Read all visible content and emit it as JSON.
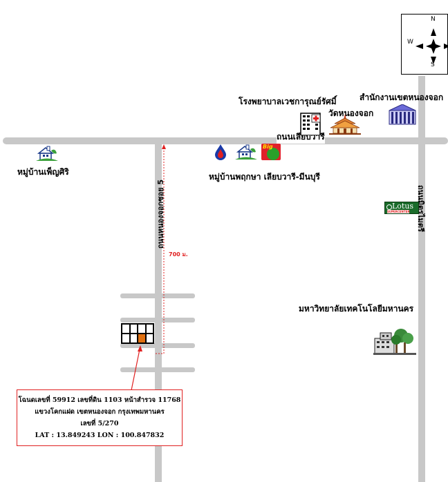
{
  "compass": {
    "north": "N",
    "south": "S",
    "west": "W"
  },
  "labels": {
    "hospital": "โรงพยาบาลเวชการุณย์รัศมิ์",
    "district_office": "สำนักงานเขตหนองจอก",
    "temple": "วัดหนองจอก",
    "main_road": "ถนนเลียบวารี",
    "village_left": "หมู่บ้านเพ็ญศิริ",
    "village_center": "หมู่บ้านพฤกษา เลียบวารี-มีนบุรี",
    "soi_road": "ถนนหนองจอกซอย 5",
    "right_road": "ถนนมิตรไมตรี",
    "distance": "700 ม.",
    "university": "มหาวิทยาลัยเทคโนโลยีมหานคร",
    "lotus": "Lotus",
    "lotus_sub": "SUPERCENTER",
    "big_c": "Big"
  },
  "info": {
    "line1": "โฉนดเลขที่ 59912 เลขที่ดิน 1103 หน้าสำรวจ 11768",
    "line2": "แขวงโคกแฝด เขตหนองจอก กรุงเทพมหานคร",
    "line3": "เลขที่ 5/270",
    "line4": "LAT : 13.849243  LON : 100.847832"
  },
  "colors": {
    "road": "#c8c8c8",
    "marker": "#e07010",
    "pointer": "#e02020",
    "lotus_green": "#1a6b2a",
    "big_c_red": "#e0202a",
    "big_c_green": "#2aa02a"
  }
}
